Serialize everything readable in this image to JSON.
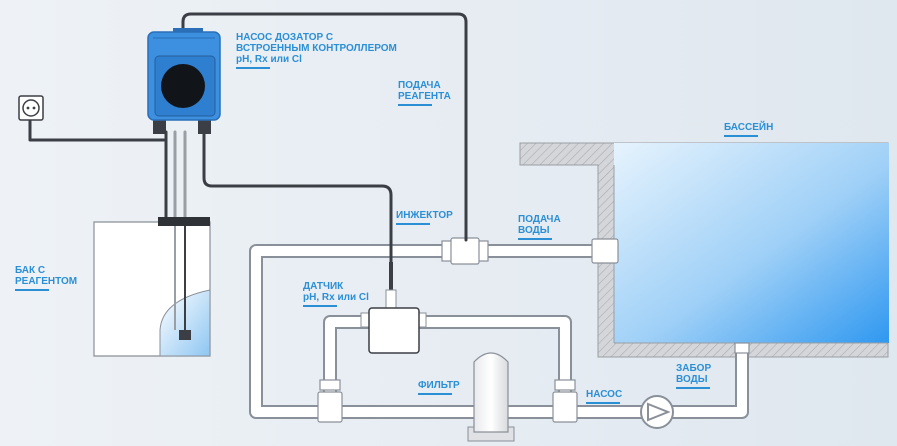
{
  "labels": {
    "doser_pump": [
      "НАСОС ДОЗАТОР С",
      "ВСТРОЕННЫМ КОНТРОЛЛЕРОМ",
      "pH, Rx или Cl"
    ],
    "reagent_feed": [
      "ПОДАЧА",
      "РЕАГЕНТА"
    ],
    "pool": [
      "БАССЕЙН"
    ],
    "injector": [
      "ИНЖЕКТОР"
    ],
    "water_feed": [
      "ПОДАЧА",
      "ВОДЫ"
    ],
    "reagent_tank": [
      "БАК С",
      "РЕАГЕНТОМ"
    ],
    "sensor": [
      "ДАТЧИК",
      "pH, Rx или Cl"
    ],
    "filter": [
      "ФИЛЬТР"
    ],
    "pump": [
      "НАСОС"
    ],
    "water_intake": [
      "ЗАБОР",
      "ВОДЫ"
    ]
  },
  "colors": {
    "accent": "#2b8fd6",
    "pipe": "#ffffff",
    "pipe_stroke": "#8a9099",
    "controller": "#3d8fe0",
    "water_light": "#d8ecfb",
    "water_dark": "#3aa0f2",
    "wall": "#c9ccd0"
  },
  "icons": [
    "power-socket-icon",
    "pump-symbol-icon"
  ]
}
